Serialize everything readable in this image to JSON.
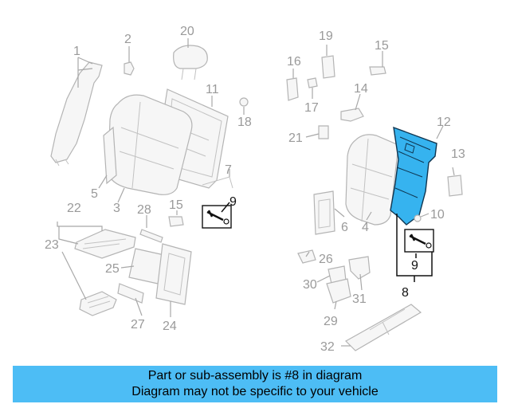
{
  "callouts": {
    "c1": "1",
    "c2": "2",
    "c3": "3",
    "c4": "4",
    "c5": "5",
    "c6": "6",
    "c7": "7",
    "c8": "8",
    "c9a": "9",
    "c9b": "9",
    "c10": "10",
    "c11": "11",
    "c12": "12",
    "c13": "13",
    "c14": "14",
    "c15a": "15",
    "c15b": "15",
    "c16": "16",
    "c17": "17",
    "c18": "18",
    "c19": "19",
    "c20": "20",
    "c21": "21",
    "c22": "22",
    "c23": "23",
    "c24": "24",
    "c25": "25",
    "c26": "26",
    "c27": "27",
    "c28": "28",
    "c29": "29",
    "c30": "30",
    "c31": "31",
    "c32": "32"
  },
  "highlight": {
    "part_number": "8",
    "color": "#36b3ef"
  },
  "banner": {
    "line1": "Part or sub-assembly is #8 in diagram",
    "line2": "Diagram may not be specific to your vehicle",
    "background": "#4dbdf5"
  }
}
